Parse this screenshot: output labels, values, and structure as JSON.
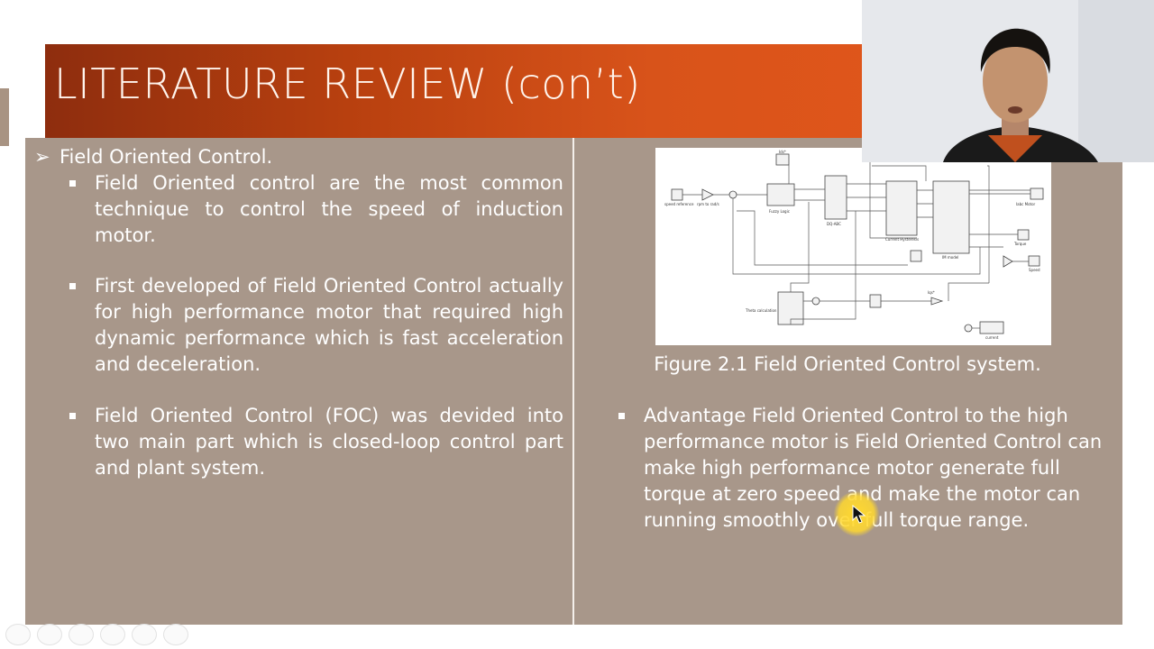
{
  "slide": {
    "title": "LITERATURE REVIEW (con’t)",
    "level1_bullet": "Field Oriented Control.",
    "left_bullets": [
      "Field Oriented control are the most common technique to control the speed of induction motor.",
      "First developed of Field Oriented Control actually for high performance motor that required high dynamic performance which is fast acceleration and deceleration.",
      "Field Oriented Control (FOC) was devided into two main part which is closed-loop control part and plant system."
    ],
    "figure_caption": "Figure 2.1 Field Oriented Control system.",
    "right_bullets": [
      "Advantage Field Oriented Control to the high performance motor is Field Oriented Control can make high performance motor generate full torque at zero speed and make the motor can running smoothly over full torque range."
    ]
  },
  "diagram_labels": {
    "speed_reference": "speed reference",
    "rpm_to_rads": "rpm to rad/s",
    "fuzzy_logic": "Fuzzy Logic",
    "dq_abc": "DQ-ABC",
    "current_hysteresis": "Current Hysteresis",
    "im_model": "IM model",
    "iabc_motor": "Iabc Motor",
    "torque": "Torque",
    "speed": "Speed",
    "theta_calculation": "Theta calculation",
    "current": "current",
    "idstar": "Ids*",
    "iqstar": "Iqs*"
  },
  "colors": {
    "title_gradient_start": "#8e2d0e",
    "title_gradient_end": "#e0561b",
    "panel": "#a8978a",
    "text": "#ffffff",
    "cursor_highlight": "#ffd830"
  },
  "nav_icons": [
    "nav-prev-icon",
    "nav-next-icon",
    "pen-icon",
    "slides-icon",
    "zoom-icon",
    "more-icon"
  ]
}
